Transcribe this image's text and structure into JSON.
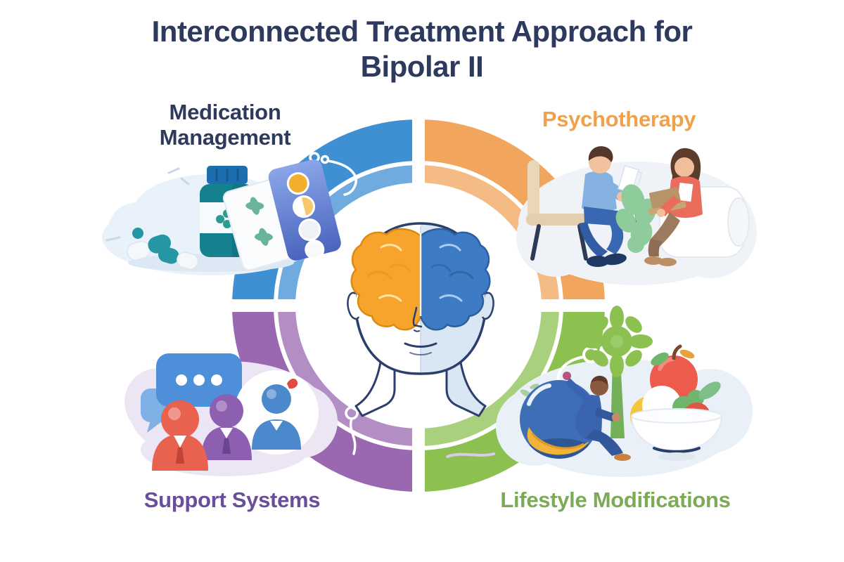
{
  "title": {
    "line1": "Interconnected Treatment Approach for",
    "line2": "Bipolar II"
  },
  "diagram": {
    "type": "four-quadrant-ring-infographic",
    "center": {
      "figure": "human-head-with-split-brain",
      "brain_left_color": "#F3A42E",
      "brain_right_color": "#3C7AC3",
      "face_right_tint": "#D9E6F3",
      "outline_color": "#2C3E6B"
    },
    "quadrants": [
      {
        "id": "medication-management",
        "label": "Medication Management",
        "position": "top-left",
        "ring_color": "#3F8FD3",
        "label_color": "#2E3A5C",
        "illustration": "pill-bottle-blister-packs-capsules"
      },
      {
        "id": "psychotherapy",
        "label": "Psychotherapy",
        "position": "top-right",
        "ring_color": "#F2A55C",
        "label_color": "#EFA14C",
        "illustration": "therapist-and-client-in-session"
      },
      {
        "id": "support-systems",
        "label": "Support Systems",
        "position": "bottom-left",
        "ring_color": "#9A68B0",
        "label_color": "#6A4D9C",
        "illustration": "speech-bubble-and-three-people"
      },
      {
        "id": "lifestyle-modifications",
        "label": "Lifestyle Modifications",
        "position": "bottom-right",
        "ring_color": "#8CC152",
        "label_color": "#7CAB55",
        "illustration": "exercise-ball-person-tree-healthy-food-bowl"
      }
    ]
  }
}
